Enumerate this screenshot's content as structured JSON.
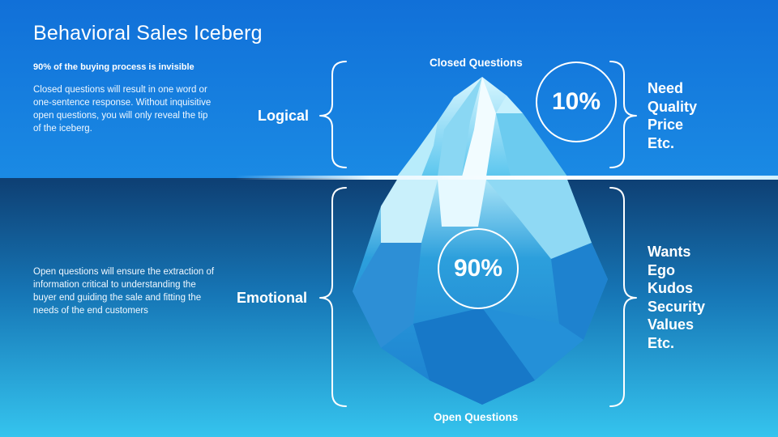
{
  "slide": {
    "title": "Behavioral Sales Iceberg",
    "sub_heading": "90% of the buying process is invisible",
    "top_paragraph": "Closed questions will result in one word or one-sentence response. Without inquisitive open questions, you will only reveal the tip of the iceberg.",
    "bottom_paragraph": "Open questions will ensure the extraction of information  critical to understanding  the buyer end guiding the sale and fitting the needs of the end customers"
  },
  "iceberg": {
    "top": {
      "category": "Logical",
      "question_type": "Closed Questions",
      "percent": "10%",
      "items": [
        "Need",
        "Quality",
        "Price",
        "Etc."
      ]
    },
    "bottom": {
      "category": "Emotional",
      "question_type": "Open Questions",
      "percent": "90%",
      "items": [
        "Wants",
        "Ego",
        "Kudos",
        "Security",
        "Values",
        "Etc."
      ]
    }
  },
  "colors": {
    "sky": "#1170d8",
    "sea_deep": "#0e3f73",
    "sea_light": "#35c4ee",
    "ice": "#e8f8ff"
  }
}
